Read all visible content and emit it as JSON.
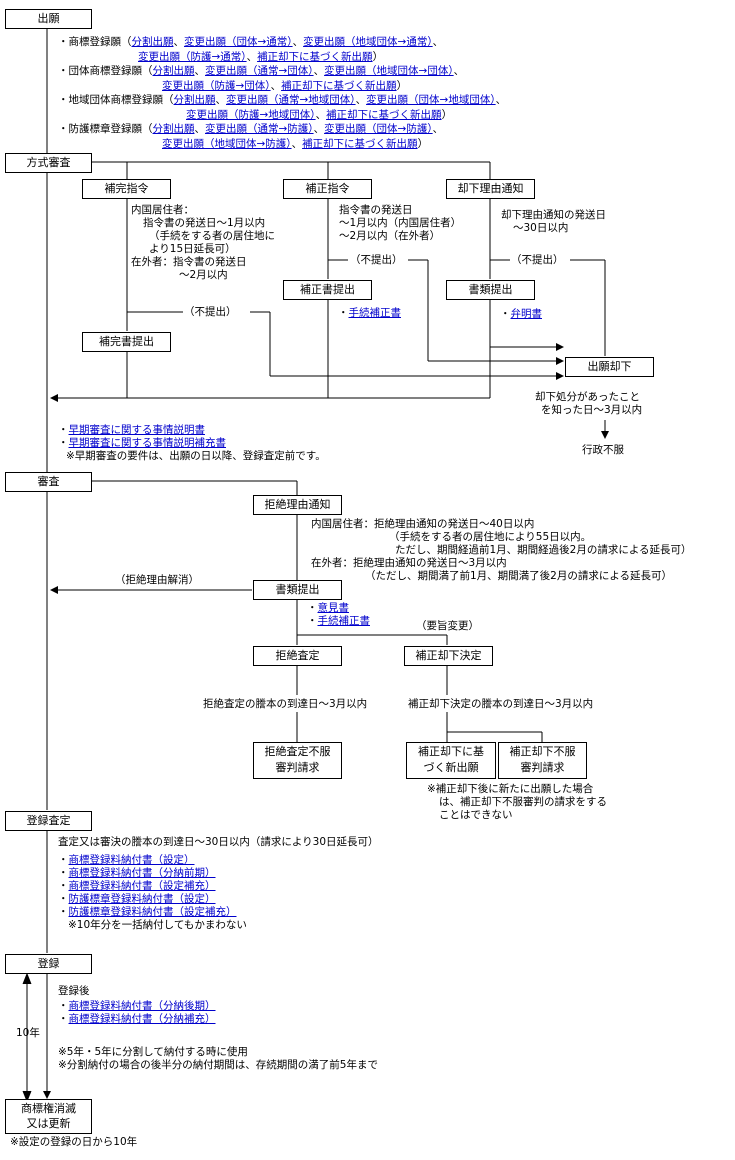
{
  "boxes": {
    "shutsugan": "出願",
    "hoshiki": "方式審査",
    "hokan_shirei": "補完指令",
    "hosei_shirei": "補正指令",
    "kyakka_tsuchi": "却下理由通知",
    "hosei_teishutsu": "補正書提出",
    "shorui_teishutsu1": "書類提出",
    "hokan_teishutsu": "補完書提出",
    "shutsugan_kyakka": "出願却下",
    "shinsa": "審査",
    "kyozetsu_tsuchi": "拒絶理由通知",
    "shorui_teishutsu2": "書類提出",
    "kyozetsu_satei": "拒絶査定",
    "hosei_kyakka": "補正却下決定",
    "kyozetsu_fufuku": [
      "拒絶査定不服",
      "審判請求"
    ],
    "shin_shutsugan": [
      "補正却下に基",
      "づく新出願"
    ],
    "hosei_fufuku": [
      "補正却下不服",
      "審判請求"
    ],
    "toroku_satei": "登録査定",
    "toroku": "登録",
    "shometsu": [
      "商標権消滅",
      "又は更新"
    ]
  },
  "filing": {
    "l1_pre": "・商標登録願（",
    "l1_links": [
      "分割出願",
      "変更出願（団体→通常）",
      "変更出願（地域団体→通常）"
    ],
    "l2_links": [
      "変更出願（防護→通常）",
      "補正却下に基づく新出願"
    ],
    "l3_pre": "・団体商標登録願（",
    "l3_links": [
      "分割出願",
      "変更出願（通常→団体）",
      "変更出願（地域団体→団体）"
    ],
    "l4_links": [
      "変更出願（防護→団体）",
      "補正却下に基づく新出願"
    ],
    "l5_pre": "・地域団体商標登録願（",
    "l5_links": [
      "分割出願",
      "変更出願（通常→地域団体）",
      "変更出願（団体→地域団体）"
    ],
    "l6_links": [
      "変更出願（防護→地域団体）",
      "補正却下に基づく新出願"
    ],
    "l7_pre": "・防護標章登録願（",
    "l7_links": [
      "分割出願",
      "変更出願（通常→防護）",
      "変更出願（団体→防護）"
    ],
    "l8_links": [
      "変更出願（地域団体→防護）",
      "補正却下に基づく新出願"
    ]
  },
  "hoshiki_text": {
    "hokan_lines": [
      "内国居住者：",
      "指令書の発送日～1月以内",
      "（手続をする者の居住地に",
      "より15日延長可）",
      "在外者：指令書の発送日",
      "～2月以内"
    ],
    "hosei_lines": [
      "指令書の発送日",
      "～1月以内（内国居住者）",
      "～2月以内（在外者）"
    ],
    "kyakka_lines": [
      "却下理由通知の発送日",
      "～30日以内"
    ],
    "no_submit_1": "（不提出）",
    "no_submit_2": "（不提出）",
    "no_submit_3": "（不提出）",
    "hosei_link": "手続補正書",
    "benmei_link": "弁明書",
    "kyakka_after": [
      "却下処分があったこと",
      "を知った日～3月以内"
    ],
    "gyosei": "行政不服"
  },
  "early": {
    "links": [
      "早期審査に関する事情説明書",
      "早期審査に関する事情説明補充書"
    ],
    "note": "※早期審査の要件は、出願の日以降、登録査定前です。"
  },
  "shinsa_text": {
    "naikoku": "内国居住者：拒絶理由通知の発送日～40日以内",
    "naikoku2": "（手続をする者の居住地により55日以内。",
    "naikoku3": "ただし、期間経過前1月、期間経過後2月の請求による延長可）",
    "zaigai": "在外者：拒絶理由通知の発送日～3月以内",
    "zaigai2": "（ただし、期間満了前1月、期間満了後2月の請求による延長可）",
    "kaisho": "（拒絶理由解消）",
    "links": [
      "意見書",
      "手続補正書"
    ],
    "yoshi": "（要旨変更）",
    "kyozetsu_deadline": "拒絶査定の謄本の到達日～3月以内",
    "hosei_deadline": "補正却下決定の謄本の到達日～3月以内",
    "note": [
      "※補正却下後に新たに出願した場合",
      "は、補正却下不服審判の請求をする",
      "ことはできない"
    ]
  },
  "toroku_satei_text": {
    "deadline": "査定又は審決の謄本の到達日～30日以内（請求により30日延長可）",
    "links": [
      "商標登録料納付書（設定）",
      "商標登録料納付書（分納前期）",
      "商標登録料納付書（設定補充）",
      "防護標章登録料納付書（設定）",
      "防護標章登録料納付書（設定補充）"
    ],
    "note": "※10年分を一括納付してもかまわない"
  },
  "toroku_text": {
    "after": "登録後",
    "links": [
      "商標登録料納付書（分納後期）",
      "商標登録料納付書（分納補充）"
    ],
    "note1": "※5年・5年に分割して納付する時に使用",
    "note2": "※分割納付の場合の後半分の納付期間は、存続期間の満了前5年まで",
    "years": "10年",
    "footer": "※設定の登録の日から10年"
  }
}
